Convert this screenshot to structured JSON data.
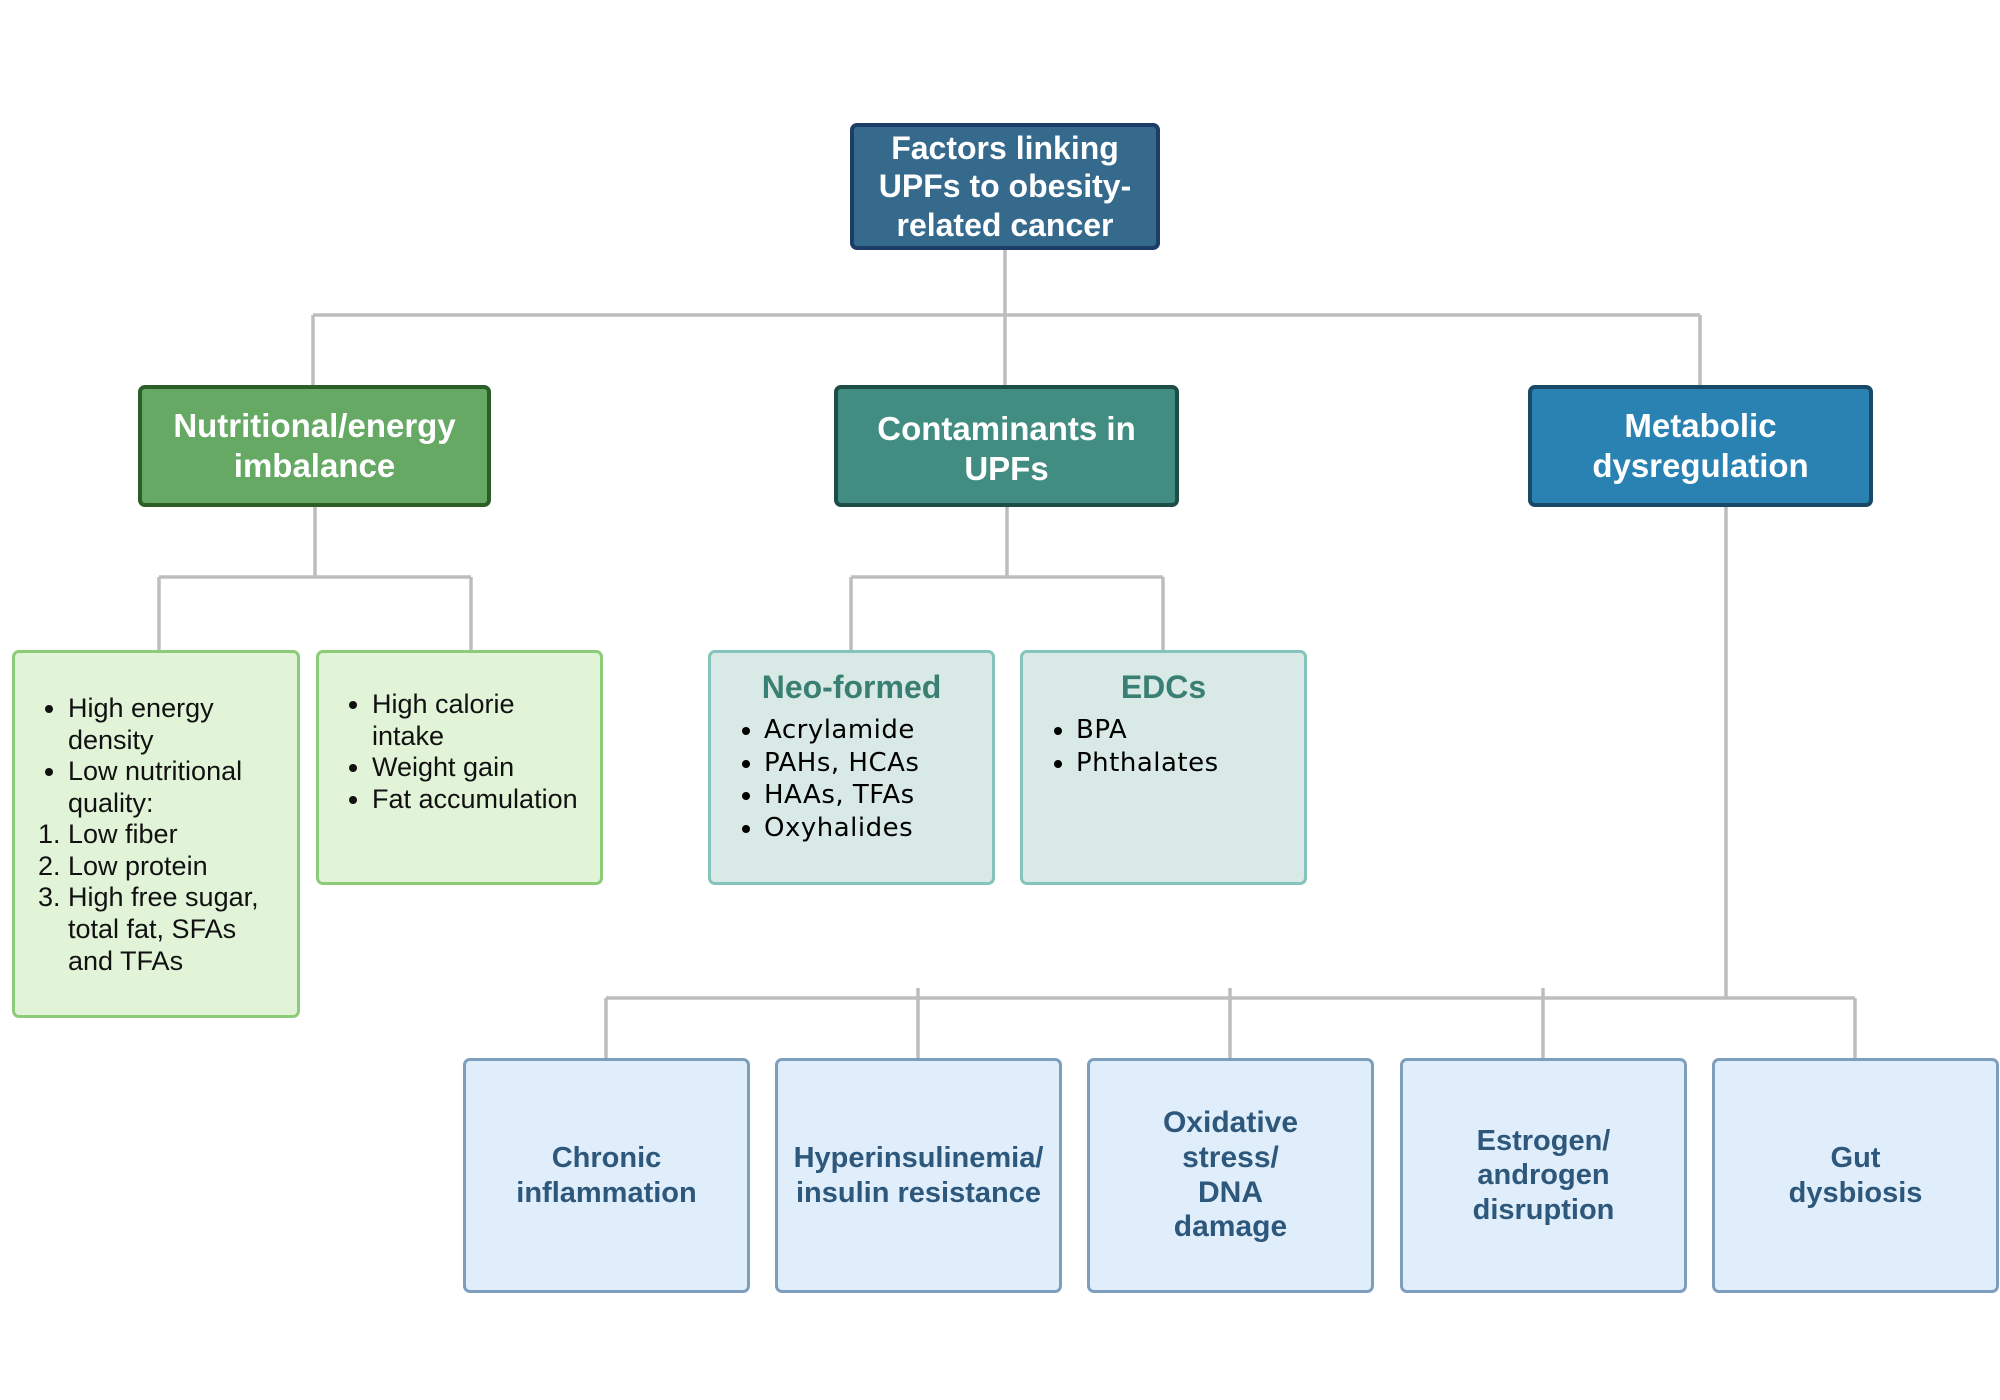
{
  "root": {
    "title": "Factors linking UPFs to obesity-related cancer"
  },
  "categories": {
    "nutrition": {
      "title": "Nutritional/energy imbalance"
    },
    "contaminants": {
      "title": "Contaminants in UPFs"
    },
    "metabolic": {
      "title": "Metabolic dysregulation"
    }
  },
  "nutrition_boxes": {
    "energy_density": {
      "bullets": [
        "High energy density",
        "Low nutritional quality:"
      ],
      "numbered": [
        "Low fiber",
        "Low protein",
        "High free sugar, total fat, SFAs and TFAs"
      ]
    },
    "calorie_intake": {
      "bullets": [
        "High calorie intake",
        "Weight gain",
        "Fat accumulation"
      ]
    }
  },
  "contaminant_boxes": {
    "neo_formed": {
      "title": "Neo-formed",
      "items": [
        "Acrylamide",
        "PAHs, HCAs",
        "HAAs, TFAs",
        "Oxyhalides"
      ]
    },
    "edcs": {
      "title": "EDCs",
      "items": [
        "BPA",
        "Phthalates"
      ]
    }
  },
  "effects": [
    "Chronic\ninflammation",
    "Hyperinsulinemia/\ninsulin resistance",
    "Oxidative\nstress/\nDNA\ndamage",
    "Estrogen/\nandrogen\ndisruption",
    "Gut\ndysbiosis"
  ]
}
